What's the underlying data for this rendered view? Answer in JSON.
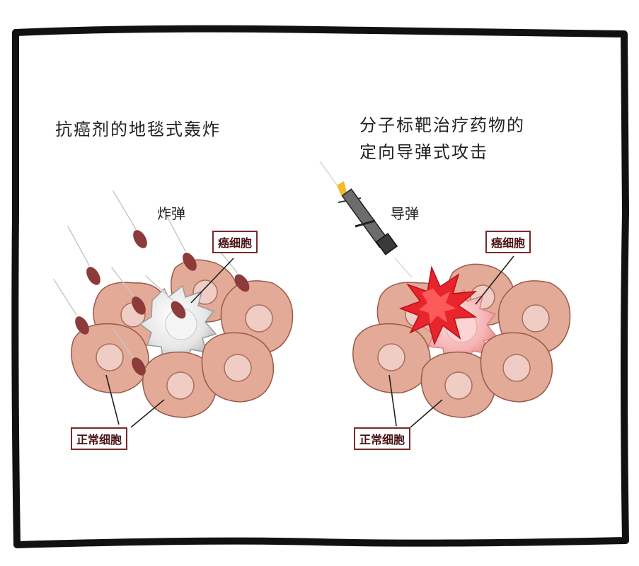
{
  "left_panel": {
    "title": "抗癌剂的地毯式轰炸",
    "bomb_label": "炸弹",
    "cancer_tag": "癌细胞",
    "normal_tag": "正常细胞"
  },
  "right_panel": {
    "title_line1": "分子标靶治疗药物的",
    "title_line2": "定向导弹式攻击",
    "missile_label": "导弹",
    "cancer_tag": "癌细胞",
    "normal_tag": "正常细胞"
  },
  "colors": {
    "frame": "#111111",
    "cell_fill": "#e3aa97",
    "cell_stroke": "#9a5a4a",
    "nucleus_fill": "#efcdc4",
    "bomb_fill": "#8c3a3a",
    "cancer_white": "#e8e8e8",
    "cancer_pink": "#f6b6b6",
    "burst_red": "#e8242c",
    "tag_border": "#7a2a2a"
  }
}
